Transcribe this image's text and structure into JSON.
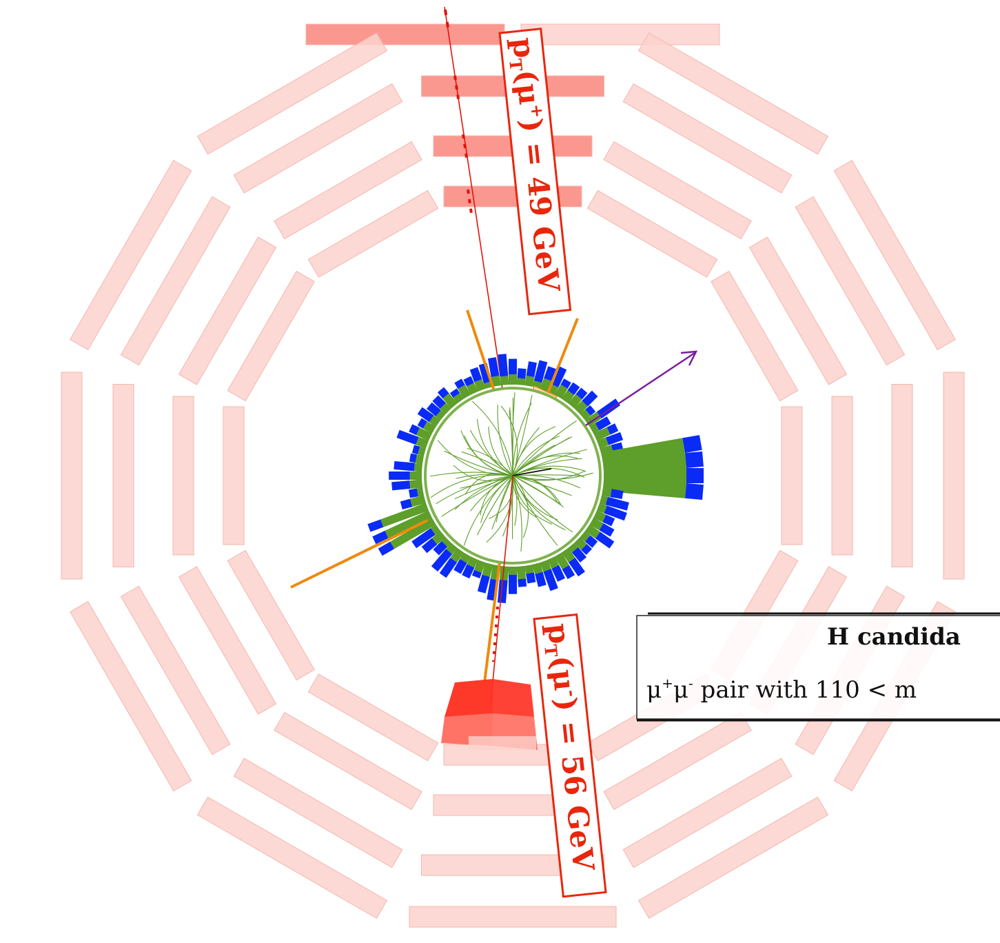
{
  "display": {
    "colors": {
      "muon_chamber_faint": "#fbd2cc",
      "muon_chamber_hit": "#fa8d84",
      "muon_track": "#e3130a",
      "hadronic_cal": "#0a2bf5",
      "em_cal": "#5e9e2a",
      "inner_tracks": "#5f9e2a",
      "jet": "#ef8a0c",
      "met_arrow": "#7a1aa2",
      "forward_block": "#ff3326",
      "label_red": "#e8260c"
    },
    "muon_plus": {
      "label_main": "p",
      "label_sub": "T",
      "label_rest": "(μ",
      "label_charge": "+",
      "label_end": ") = 49 GeV"
    },
    "muon_minus": {
      "label_main": "p",
      "label_sub": "T",
      "label_rest": "(μ",
      "label_charge": "-",
      "label_end": ") = 56 GeV"
    },
    "info_box": {
      "title": "H candida",
      "line_mu1": "μ",
      "line_sup1": "+",
      "line_mu2": "μ",
      "line_sup2": "-",
      "line_rest": " pair with 110 < m"
    }
  }
}
